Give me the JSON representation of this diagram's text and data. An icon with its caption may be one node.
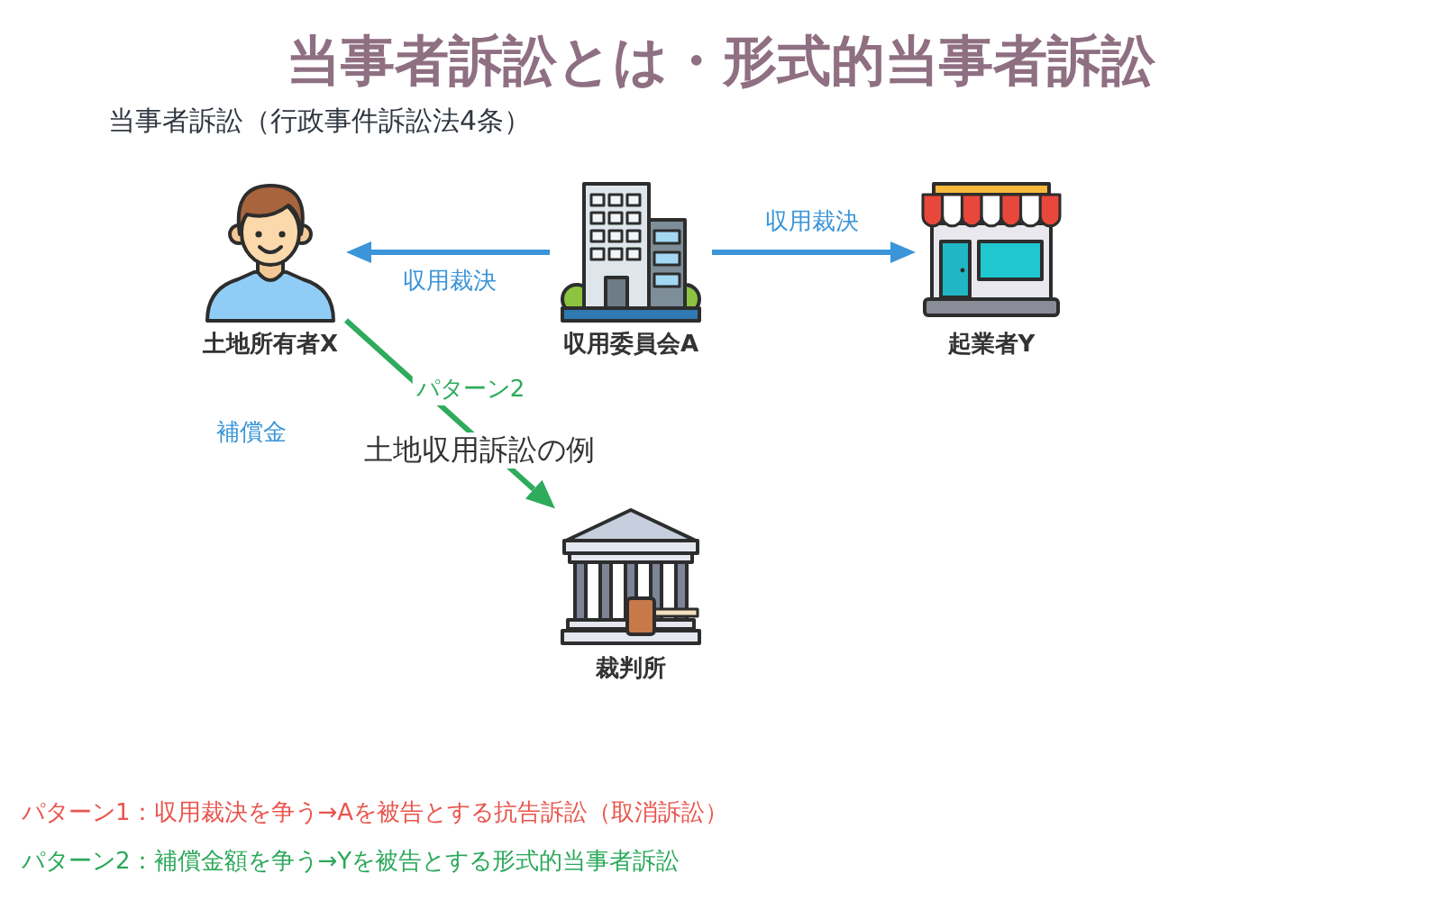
{
  "diagram": {
    "title": "当事者訴訟とは・形式的当事者訴訟",
    "nodes": [
      {
        "text": [
          "土地所有者X"
        ]
      },
      {
        "text": [
          "収用委員会A"
        ]
      },
      {
        "text": [
          "起業者Y"
        ]
      },
      {
        "text": [
          "裁判所"
        ]
      }
    ],
    "edges": [
      {
        "from": 1,
        "to": 0,
        "arrow": "to",
        "label": "収用裁決"
      },
      {
        "from": 1,
        "to": 2,
        "arrow": "to",
        "label": "収用裁決"
      },
      {
        "from": 0,
        "to": 3,
        "arrow": "to",
        "label": "パターン2",
        "color": "#2eab5c"
      }
    ],
    "labels": [
      "当事者訴訟（行政事件訴訟法4条）",
      "補償金",
      "土地収用訴訟の例",
      "パターン1：収用裁決を争う→Aを被告とする抗告訴訟（取消訴訟）",
      "パターン2：補償金額を争う→Yを被告とする形式的当事者訴訟"
    ]
  }
}
